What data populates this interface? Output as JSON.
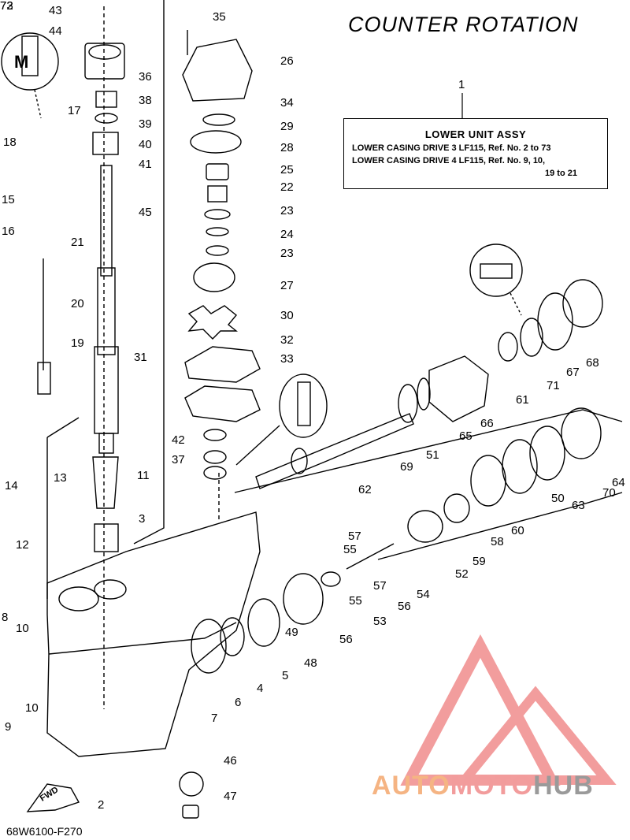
{
  "title": "COUNTER ROTATION",
  "assembly": {
    "ref_no": "1",
    "heading": "LOWER UNIT ASSY",
    "line1": "LOWER CASING DRIVE 3 LF115, Ref. No. 2 to 73",
    "line2": "LOWER CASING DRIVE 4 LF115, Ref. No. 9, 10,",
    "line3": "19 to 21"
  },
  "diagram_code": "68W6100-F270",
  "fwd_label": "FWD",
  "watermark": {
    "part1": "AUTO",
    "part2": "MOTO",
    "part3": "HUB"
  },
  "colors": {
    "line": "#000000",
    "watermark_red": "#f08585",
    "watermark_orange": "#f5b483",
    "watermark_gray": "#9a9a9a"
  },
  "callouts": [
    "43",
    "44",
    "35",
    "26",
    "36",
    "38",
    "34",
    "17",
    "29",
    "39",
    "28",
    "18",
    "40",
    "41",
    "25",
    "15",
    "22",
    "45",
    "23",
    "16",
    "24",
    "21",
    "23",
    "27",
    "20",
    "30",
    "31",
    "19",
    "32",
    "33",
    "42",
    "37",
    "11",
    "14",
    "13",
    "3",
    "12",
    "8",
    "10",
    "9",
    "10",
    "2",
    "7",
    "6",
    "4",
    "5",
    "49",
    "48",
    "46",
    "47",
    "57",
    "55",
    "57",
    "55",
    "53",
    "56",
    "54",
    "56",
    "52",
    "59",
    "58",
    "60",
    "50",
    "63",
    "70",
    "64",
    "62",
    "69",
    "51",
    "65",
    "66",
    "61",
    "71",
    "67",
    "68",
    "72",
    "73"
  ]
}
